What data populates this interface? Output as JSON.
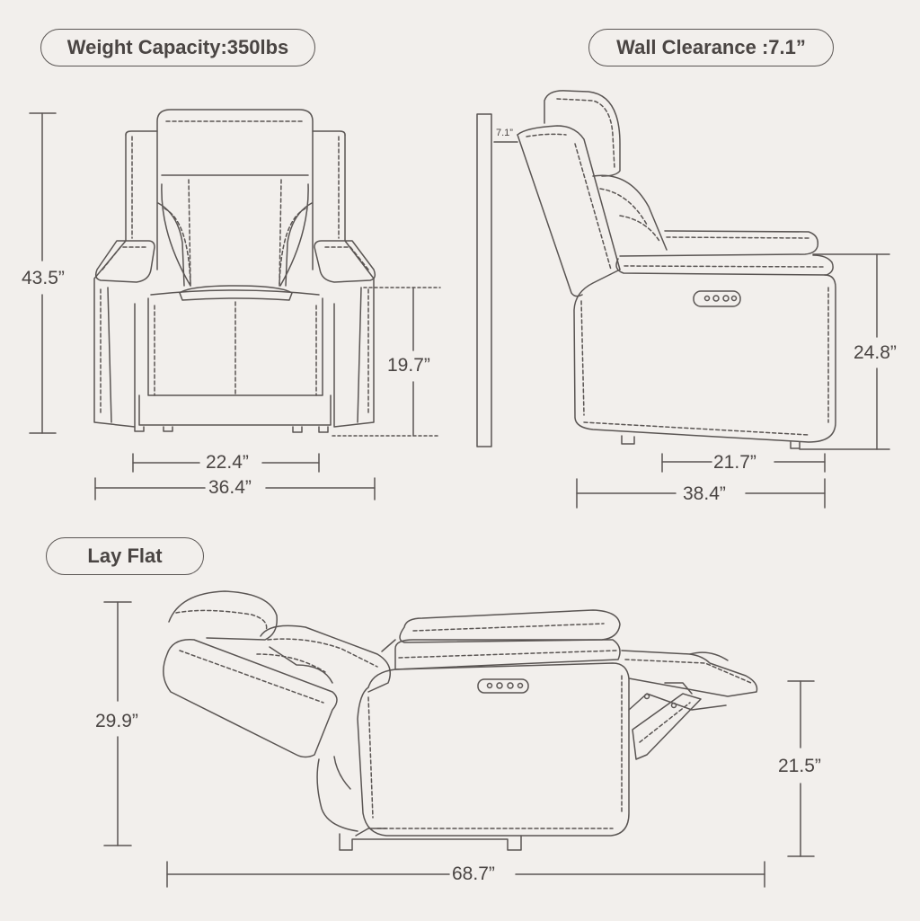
{
  "badges": {
    "weight_capacity": "Weight Capacity:350lbs",
    "wall_clearance": "Wall Clearance :7.1”",
    "lay_flat": "Lay Flat"
  },
  "front_view": {
    "height_total": "43.5”",
    "seat_height": "19.7”",
    "seat_width": "22.4”",
    "overall_width": "36.4”"
  },
  "side_view": {
    "wall_gap": "7.1”",
    "arm_height": "24.8”",
    "seat_depth": "21.7”",
    "overall_depth": "38.4”"
  },
  "reclined_view": {
    "height": "29.9”",
    "footrest_height": "21.5”",
    "overall_length": "68.7”"
  },
  "colors": {
    "background": "#f2efec",
    "line": "#5a5553",
    "text": "#4a4543"
  }
}
